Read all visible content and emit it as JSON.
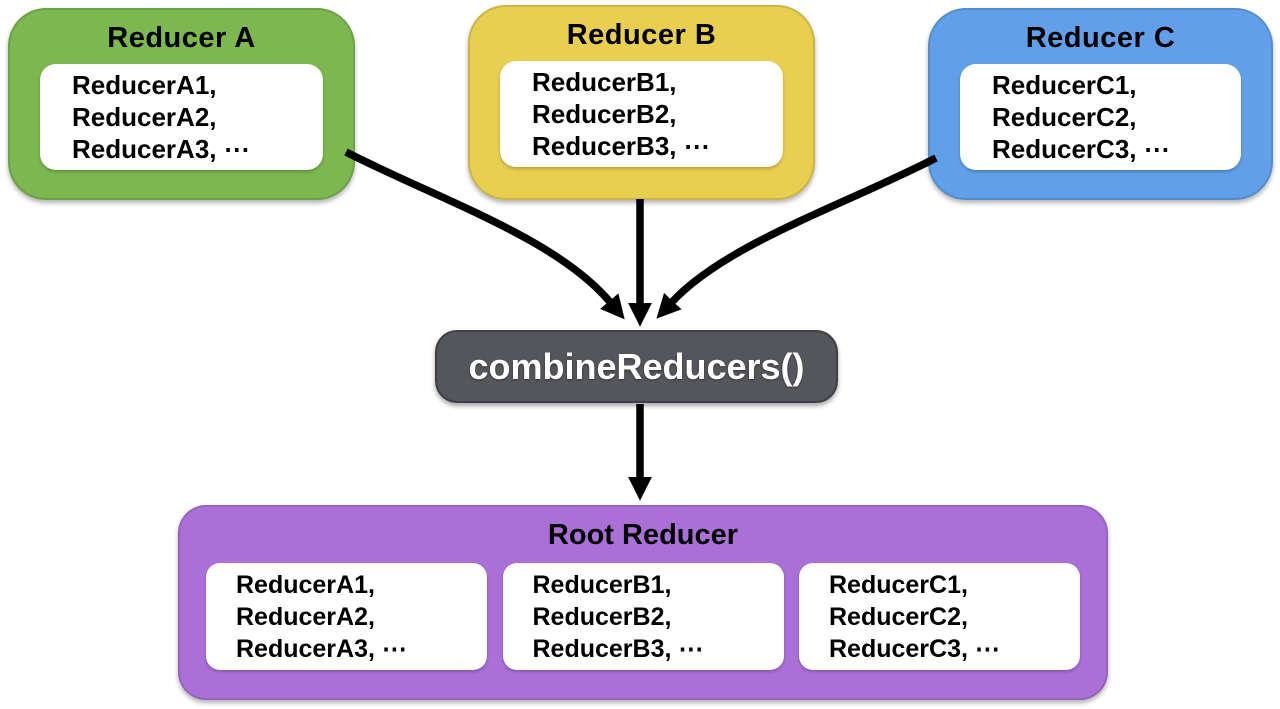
{
  "diagram": {
    "top_boxes": [
      {
        "title": "Reducer A",
        "color": "#7cb84f",
        "items": [
          "ReducerA1,",
          "ReducerA2,",
          "ReducerA3, ⋯"
        ]
      },
      {
        "title": "Reducer B",
        "color": "#e9cf50",
        "items": [
          "ReducerB1,",
          "ReducerB2,",
          "ReducerB3, ⋯"
        ]
      },
      {
        "title": "Reducer C",
        "color": "#61a0e9",
        "items": [
          "ReducerC1,",
          "ReducerC2,",
          "ReducerC3, ⋯"
        ]
      }
    ],
    "combine": {
      "label": "combineReducers()",
      "color": "#54565c",
      "text_color": "#ffffff"
    },
    "root": {
      "title": "Root Reducer",
      "color": "#aa70d8",
      "groups": [
        [
          "ReducerA1,",
          "ReducerA2,",
          "ReducerA3, ⋯"
        ],
        [
          "ReducerB1,",
          "ReducerB2,",
          "ReducerB3, ⋯"
        ],
        [
          "ReducerC1,",
          "ReducerC2,",
          "ReducerC3, ⋯"
        ]
      ]
    },
    "arrow_color": "#000000"
  }
}
